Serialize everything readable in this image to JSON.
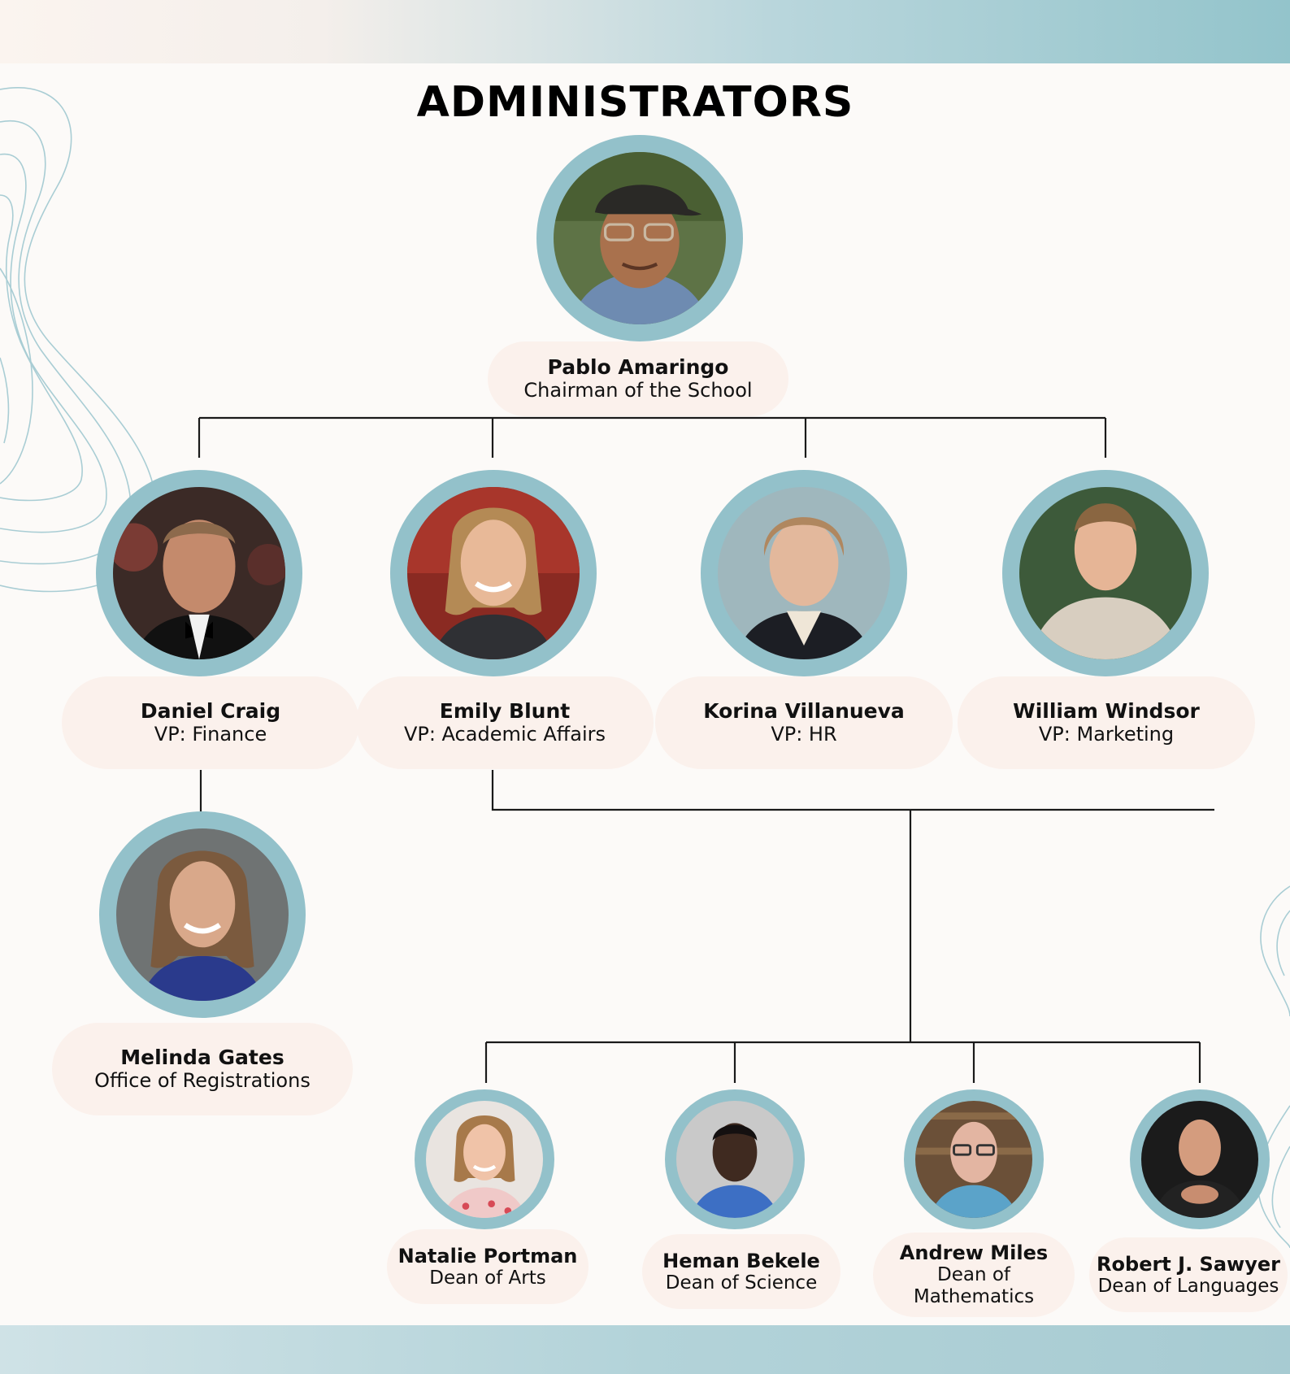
{
  "title": "ADMINISTRATORS",
  "colors": {
    "ring": "#93c1ca",
    "card": "#fbf1ec",
    "line": "#1a1a1a",
    "contour": "#a9cdd4"
  },
  "chairman": {
    "name": "Pablo Amaringo",
    "role": "Chairman of the School"
  },
  "vps": [
    {
      "name": "Daniel Craig",
      "role": "VP: Finance"
    },
    {
      "name": "Emily Blunt",
      "role": "VP: Academic Affairs"
    },
    {
      "name": "Korina Villanueva",
      "role": "VP: HR"
    },
    {
      "name": "William Windsor",
      "role": "VP: Marketing"
    }
  ],
  "registrar": {
    "name": "Melinda Gates",
    "role": "Office of Registrations"
  },
  "deans": [
    {
      "name": "Natalie Portman",
      "role": "Dean of Arts"
    },
    {
      "name": "Heman Bekele",
      "role": "Dean of Science"
    },
    {
      "name": "Andrew Miles",
      "role": "Dean of Mathematics"
    },
    {
      "name": "Robert J. Sawyer",
      "role": "Dean of Languages"
    }
  ]
}
